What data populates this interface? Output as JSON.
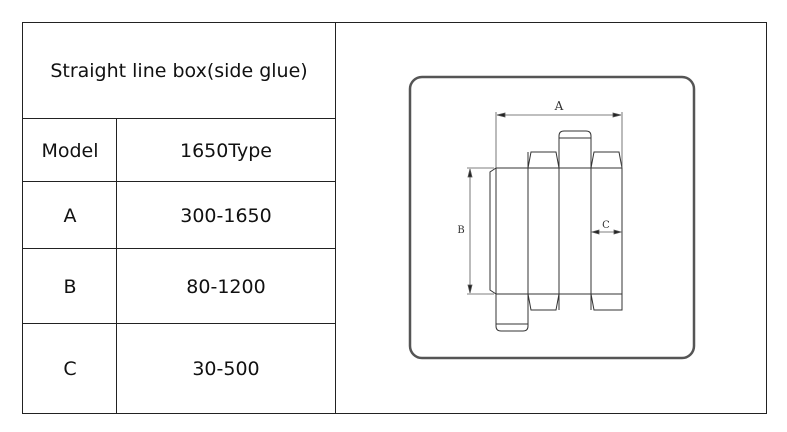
{
  "title": "Straight line box(side glue)",
  "header": {
    "label": "Model",
    "value": "1650Type"
  },
  "rows": [
    {
      "label": "A",
      "value": "300-1650"
    },
    {
      "label": "B",
      "value": "80-1200"
    },
    {
      "label": "C",
      "value": "30-500"
    }
  ],
  "diagram": {
    "label_a": "A",
    "label_b": "B",
    "label_c": "C"
  }
}
